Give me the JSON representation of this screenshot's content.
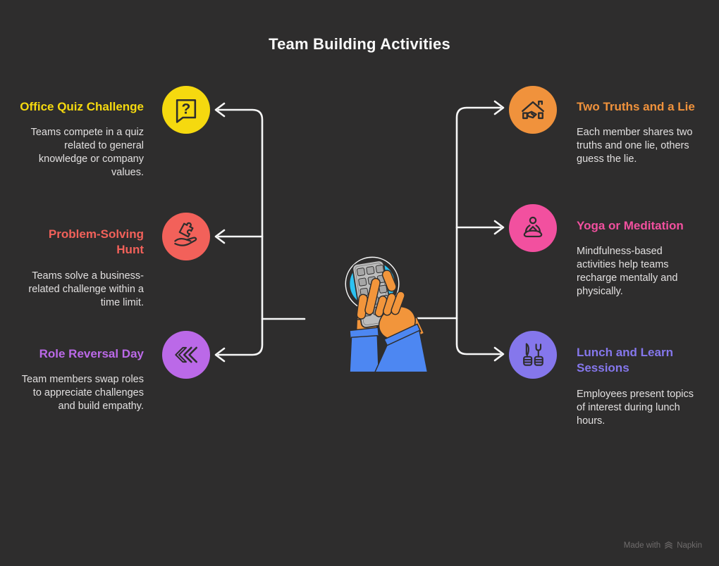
{
  "title": "Team Building Activities",
  "colors": {
    "background": "#2e2d2d",
    "connector_line": "#f7f7f7",
    "description_text": "#e2e0e0",
    "title_text": "#fafafa",
    "center_circle_fill": "#2cc2f2",
    "calculator_body": "#bcbcbc",
    "calculator_buttons": "#a6a6a6",
    "hand_skin": "#f2953b",
    "sleeve_blue": "#4d87f2",
    "icon_stroke": "#2e2d2d",
    "watermark_text": "#6f6c6c"
  },
  "items": [
    {
      "title": "Office Quiz Challenge",
      "description": "Teams compete in a quiz related to general knowledge or company values.",
      "color": "#f5d90f",
      "icon": "question-bubble-icon"
    },
    {
      "title": "Problem-Solving Hunt",
      "description": "Teams solve a business-related challenge within a time limit.",
      "color": "#f2615a",
      "icon": "hand-puzzle-icon"
    },
    {
      "title": "Role Reversal Day",
      "description": "Team members swap roles to appreciate challenges and build empathy.",
      "color": "#bb69e8",
      "icon": "rewind-chevrons-icon"
    },
    {
      "title": "Two Truths and a Lie",
      "description": "Each member shares two truths and one lie, others guess the lie.",
      "color": "#f0923c",
      "icon": "house-handshake-icon"
    },
    {
      "title": "Yoga or Meditation",
      "description": "Mindfulness-based activities help teams recharge mentally and physically.",
      "color": "#f2509f",
      "icon": "meditation-icon"
    },
    {
      "title": "Lunch and Learn Sessions",
      "description": "Employees present topics of interest during lunch hours.",
      "color": "#8577ec",
      "icon": "cutlery-hands-icon"
    }
  ],
  "center_illustration": "hands-using-calculator",
  "watermark": {
    "prefix": "Made with",
    "brand": "Napkin"
  }
}
